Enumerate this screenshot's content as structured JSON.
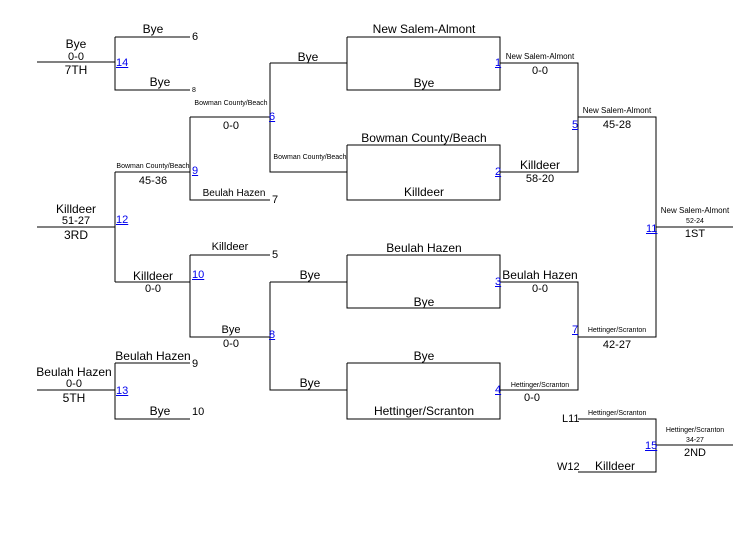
{
  "colors": {
    "line": "#000000",
    "link": "#0000ee",
    "background": "#ffffff"
  },
  "games": {
    "g1": {
      "number": "1",
      "top": "New Salem-Almont",
      "bottom": "Bye",
      "winner": "New Salem-Almont",
      "score": "0-0"
    },
    "g2": {
      "number": "2",
      "top": "Bowman County/Beach",
      "bottom": "Killdeer",
      "winner": "Killdeer",
      "score": "58-20"
    },
    "g3": {
      "number": "3",
      "top": "Beulah Hazen",
      "bottom": "Bye",
      "winner": "Beulah Hazen",
      "score": "0-0"
    },
    "g4": {
      "number": "4",
      "top": "Bye",
      "bottom": "Hettinger/Scranton",
      "winner": "Hettinger/Scranton",
      "score": "0-0"
    },
    "g5": {
      "number": "5",
      "winner": "New Salem-Almont",
      "score": "45-28"
    },
    "g6": {
      "number": "6",
      "top": "Bye",
      "bottom": "Bowman County/Beach",
      "winner": "Bowman County/Beach",
      "score": "0-0"
    },
    "g7": {
      "number": "7",
      "winner": "Hettinger/Scranton",
      "score": "42-27"
    },
    "g8": {
      "number": "8",
      "top": "Bye",
      "bottom": "Bye",
      "winner": "Bye",
      "score": "0-0"
    },
    "g9": {
      "number": "9",
      "bottom": "Beulah Hazen",
      "winner": "Bowman County/Beach",
      "score": "45-36",
      "bottom_place": "7"
    },
    "g10": {
      "number": "10",
      "top": "Killdeer",
      "winner": "Killdeer",
      "score": "0-0",
      "top_place": "5"
    },
    "g11": {
      "number": "11",
      "winner": "New Salem-Almont",
      "score": "52-24",
      "place": "1ST"
    },
    "g12": {
      "number": "12",
      "winner": "Killdeer",
      "score": "51-27",
      "place": "3RD"
    },
    "g13": {
      "number": "13",
      "top": "Beulah Hazen",
      "bottom": "Bye",
      "winner": "Beulah Hazen",
      "score": "0-0",
      "place": "5TH",
      "top_place": "9",
      "bottom_place": "10"
    },
    "g14": {
      "number": "14",
      "top": "Bye",
      "bottom": "Bye",
      "winner": "Bye",
      "score": "0-0",
      "place": "7TH",
      "top_place": "6",
      "bottom_place": "8"
    },
    "g15": {
      "number": "15",
      "top_tag": "L11",
      "top": "Hettinger/Scranton",
      "bottom_tag": "W12",
      "bottom": "Killdeer",
      "winner": "Hettinger/Scranton",
      "score": "34-27",
      "place": "2ND"
    }
  }
}
